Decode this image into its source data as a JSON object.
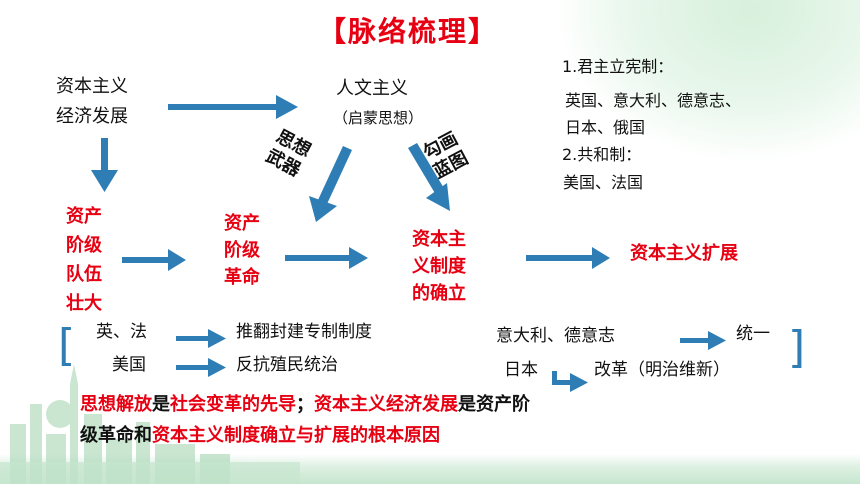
{
  "slide": {
    "title": "【脉络梳理】",
    "node_economy": "资本主义\n经济发展",
    "node_humanism": "人文主义",
    "node_humanism_sub": "（启蒙思想）",
    "label_weapon": "思想\n武器",
    "label_blueprint": "勾画\n蓝图",
    "node_class_growth": "资产\n阶级\n队伍\n壮大",
    "node_revolution": "资产\n阶级\n革命",
    "node_system": "资本主\n义制度\n的确立",
    "node_expansion": "资本主义扩展",
    "notes": {
      "constitutional_title": "1.君主立宪制：",
      "constitutional_countries": "英国、意大利、德意志、\n日本、俄国",
      "republic_title": "2.共和制：",
      "republic_countries": "美国、法国"
    },
    "left_bracket": {
      "row1_country": "英、法",
      "row1_action": "推翻封建专制制度",
      "row2_country": "美国",
      "row2_action": "反抗殖民统治"
    },
    "right_bracket": {
      "row1_country": "意大利、德意志",
      "row1_action": "统一",
      "row2_country": "日本",
      "row2_action": "改革（明治维新）"
    },
    "summary": {
      "p1": "思想解放",
      "p2": "是",
      "p3": "社会变革的先导",
      "p4": "；",
      "p5": "资本主义经济发展",
      "p6": "是资产阶",
      "p7": "级革命和",
      "p8": "资本主义制度确立与扩展的根本原因"
    }
  },
  "colors": {
    "accent_red": "#e60012",
    "arrow_blue": "#2e7db5",
    "text": "#111111"
  }
}
